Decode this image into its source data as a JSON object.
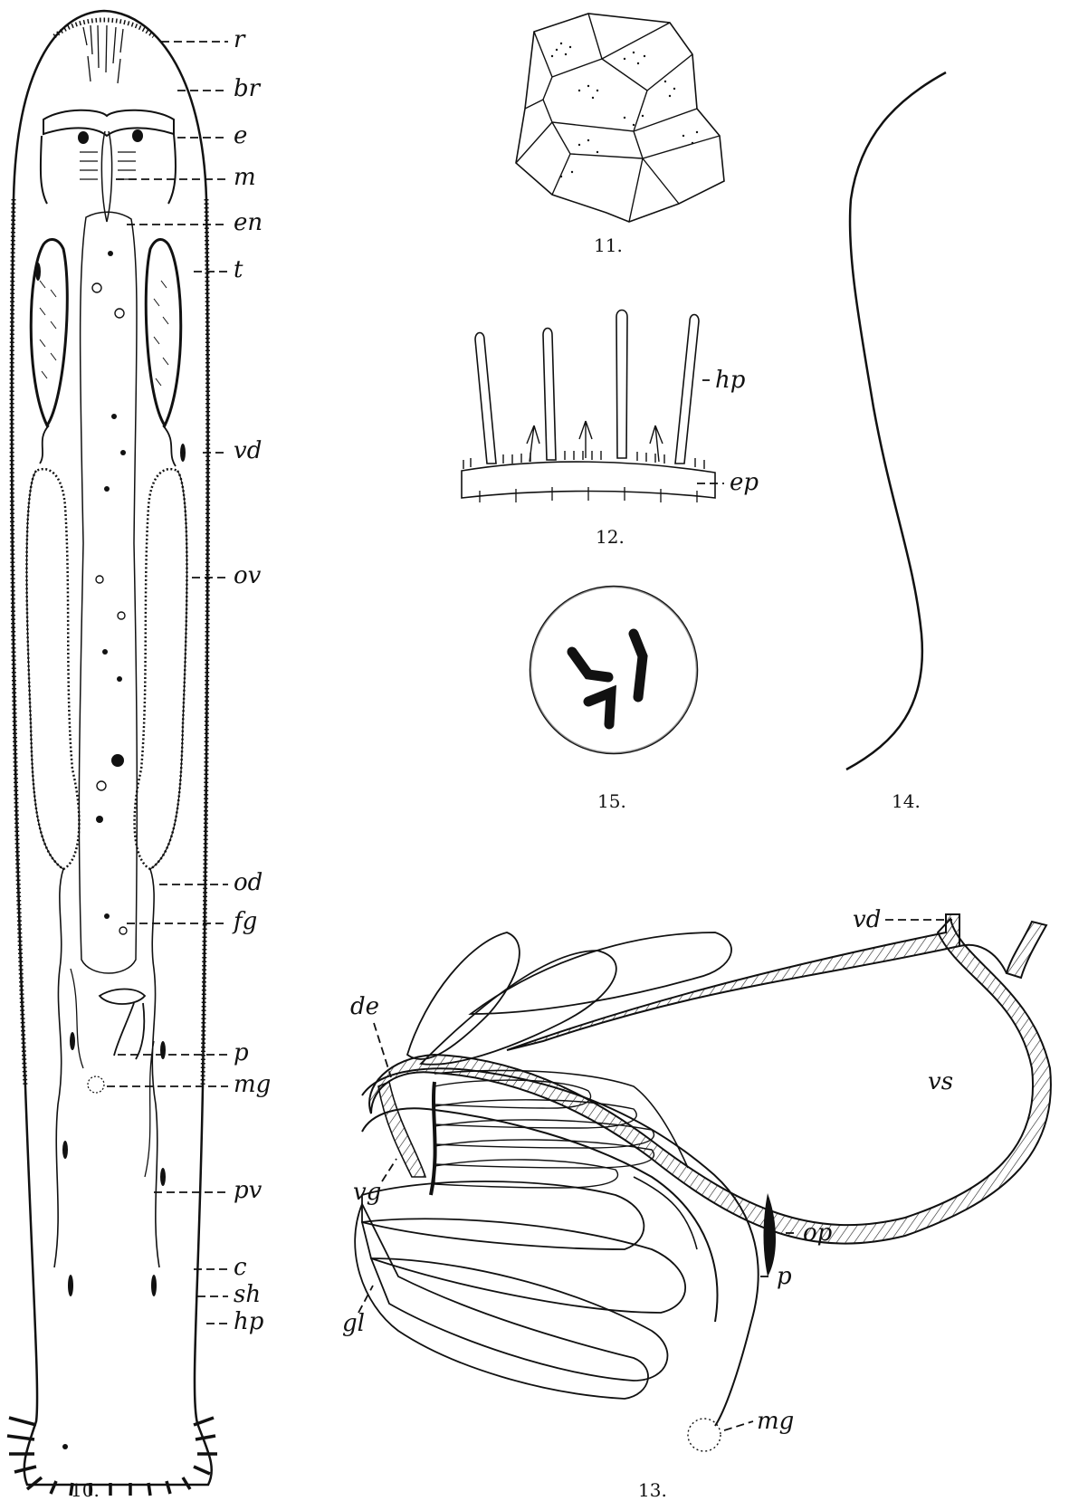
{
  "figures": {
    "fig10": {
      "number": "10.",
      "labels": {
        "r": "r",
        "br": "br",
        "e": "e",
        "m": "m",
        "en": "en",
        "t": "t",
        "vd": "vd",
        "ov": "ov",
        "od": "od",
        "fg": "fg",
        "p": "p",
        "mg": "mg",
        "pv": "pv",
        "c": "c",
        "sh": "sh",
        "hp": "hp"
      }
    },
    "fig11": {
      "number": "11."
    },
    "fig12": {
      "number": "12.",
      "labels": {
        "hp": "hp",
        "ep": "ep"
      }
    },
    "fig13": {
      "number": "13.",
      "labels": {
        "vd": "vd",
        "de": "de",
        "vs": "vs",
        "vg": "vg",
        "op": "op",
        "p": "p",
        "gl": "gl",
        "mg": "mg"
      }
    },
    "fig14": {
      "number": "14."
    },
    "fig15": {
      "number": "15."
    }
  }
}
